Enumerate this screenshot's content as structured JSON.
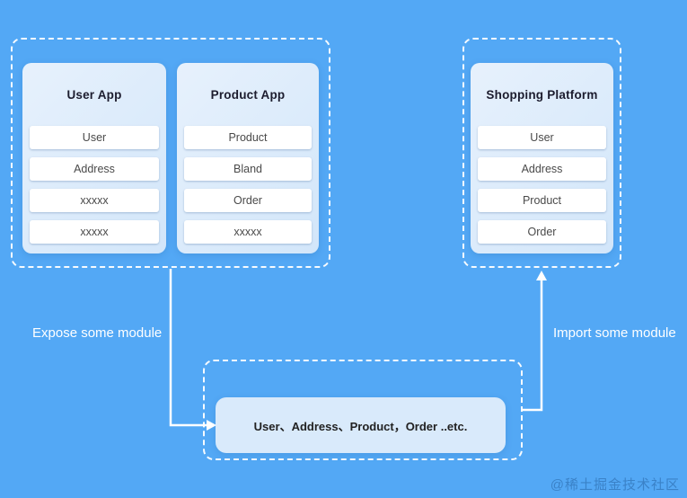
{
  "colors": {
    "background": "#53a8f5",
    "card_bg": "#d8e9fb",
    "row_bg": "#ffffff",
    "title_text": "#1c1c2e",
    "row_text": "#4a4a4a",
    "arrow": "#ffffff",
    "edge_label_text": "#ffffff"
  },
  "diagram": {
    "remote_group": {
      "cards": [
        {
          "title": "User App",
          "rows": [
            "User",
            "Address",
            "xxxxx",
            "xxxxx"
          ]
        },
        {
          "title": "Product App",
          "rows": [
            "Product",
            "Bland",
            "Order",
            "xxxxx"
          ]
        }
      ]
    },
    "host_group": {
      "cards": [
        {
          "title": "Shopping Platform",
          "rows": [
            "User",
            "Address",
            "Product",
            "Order"
          ]
        }
      ]
    },
    "shared_box": {
      "label": "User、Address、Product，Order ..etc."
    },
    "edge_labels": {
      "expose": "Expose some module",
      "import": "Import some module"
    }
  },
  "watermark": {
    "text": "@稀土掘金技术社区"
  }
}
